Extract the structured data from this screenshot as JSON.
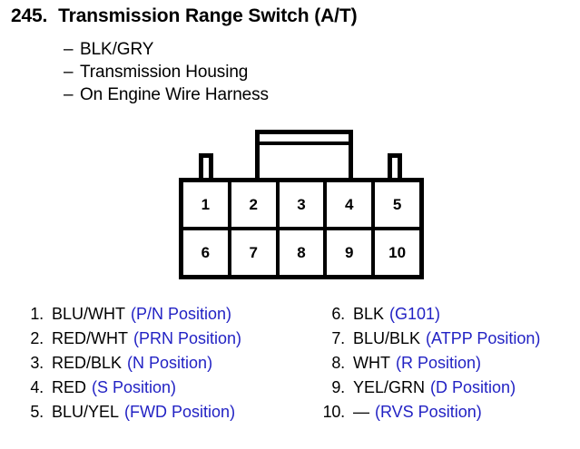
{
  "header": {
    "item_number": "245.",
    "title": "Transmission Range Switch (A/T)",
    "details": [
      {
        "dash": "–",
        "text": "BLK/GRY"
      },
      {
        "dash": "–",
        "text": "Transmission Housing"
      },
      {
        "dash": "–",
        "text": "On Engine Wire Harness"
      }
    ]
  },
  "connector": {
    "name": "10-pin-connector-pinout-diagram",
    "rows": [
      {
        "pins": [
          "1",
          "2",
          "3",
          "4",
          "5"
        ]
      },
      {
        "pins": [
          "6",
          "7",
          "8",
          "9",
          "10"
        ]
      }
    ]
  },
  "legend": {
    "left_column": [
      {
        "num": "1.",
        "wire": "BLU/WHT",
        "position": "(P/N Position)"
      },
      {
        "num": "2.",
        "wire": "RED/WHT",
        "position": "(PRN Position)"
      },
      {
        "num": "3.",
        "wire": "RED/BLK",
        "position": "(N Position)"
      },
      {
        "num": "4.",
        "wire": "RED",
        "position": "(S Position)"
      },
      {
        "num": "5.",
        "wire": "BLU/YEL",
        "position": "(FWD Position)"
      }
    ],
    "right_column": [
      {
        "num": "6.",
        "wire": "BLK",
        "position": "(G101)"
      },
      {
        "num": "7.",
        "wire": "BLU/BLK",
        "position": "(ATPP Position)"
      },
      {
        "num": "8.",
        "wire": "WHT",
        "position": "(R Position)"
      },
      {
        "num": "9.",
        "wire": "YEL/GRN",
        "position": "(D Position)"
      },
      {
        "num": "10.",
        "wire": "—",
        "position": "(RVS Position)"
      }
    ]
  },
  "colors": {
    "position_text": "#2222c4",
    "wire_text": "#000000",
    "line": "#000000",
    "background": "#ffffff"
  }
}
